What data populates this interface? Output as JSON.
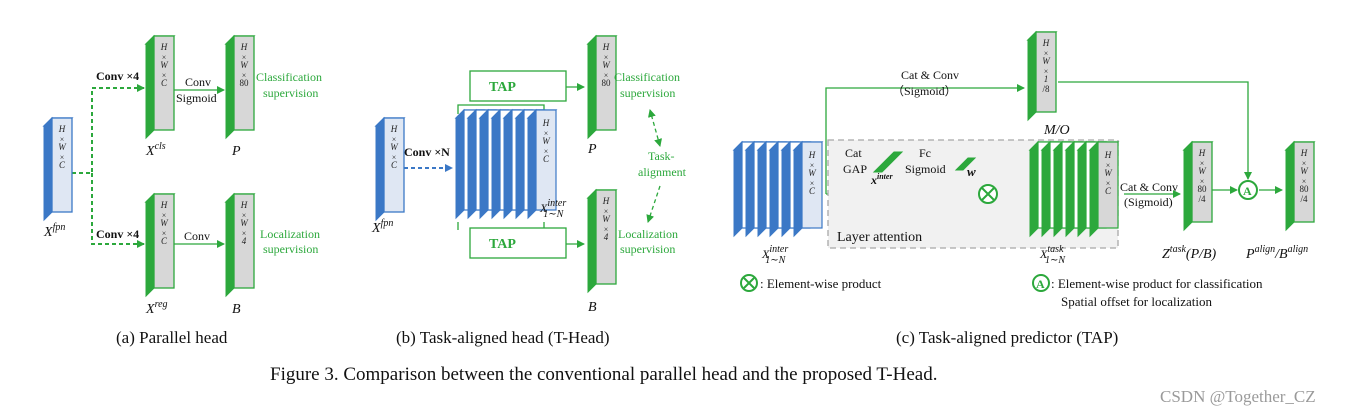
{
  "caption": "Figure 3. Comparison between the conventional parallel head and the proposed T-Head.",
  "watermark": "CSDN @Together_CZ",
  "colors": {
    "green": "#2ca83c",
    "blue": "#3b78c6",
    "blue_face": "#dfe7f3",
    "gray_face": "#d7d7d7",
    "dashed_gray": "#a8a8a8"
  },
  "panel_a": {
    "subcaption": "(a)  Parallel head",
    "conv4_top": "Conv ×4",
    "conv4_bottom": "Conv ×4",
    "conv_sigmoid_line1": "Conv",
    "conv_sigmoid_line2": "Sigmoid",
    "conv_bottom": "Conv",
    "cls_supervision_l1": "Classification",
    "cls_supervision_l2": "supervision",
    "loc_supervision_l1": "Localization",
    "loc_supervision_l2": "supervision",
    "fpn_feature": {
      "label": "X",
      "sup": "fpn",
      "dims": [
        "H",
        "×",
        "W",
        "×",
        "C"
      ]
    },
    "cls_feature": {
      "label": "X",
      "sup": "cls",
      "dims": [
        "H",
        "×",
        "W",
        "×",
        "C"
      ]
    },
    "reg_feature": {
      "label": "X",
      "sup": "reg",
      "dims": [
        "H",
        "×",
        "W",
        "×",
        "C"
      ]
    },
    "p_output": {
      "label": "P",
      "dims": [
        "H",
        "×",
        "W",
        "×",
        "80"
      ]
    },
    "b_output": {
      "label": "B",
      "dims": [
        "H",
        "×",
        "W",
        "×",
        "4"
      ]
    }
  },
  "panel_b": {
    "subcaption": "(b)  Task-aligned head (T-Head)",
    "convN": "Conv ×N",
    "tap_top": "TAP",
    "tap_bottom": "TAP",
    "cls_supervision_l1": "Classification",
    "cls_supervision_l2": "supervision",
    "loc_supervision_l1": "Localization",
    "loc_supervision_l2": "supervision",
    "task_alignment_l1": "Task-",
    "task_alignment_l2": "alignment",
    "fpn_feature": {
      "label": "X",
      "sup": "fpn",
      "dims": [
        "H",
        "×",
        "W",
        "×",
        "C"
      ]
    },
    "inter_feature": {
      "label": "X",
      "sup": "inter",
      "sub": "1∼N",
      "dims": [
        "H",
        "×",
        "W",
        "×",
        "C"
      ]
    },
    "p_output": {
      "label": "P",
      "dims": [
        "H",
        "×",
        "W",
        "×",
        "80"
      ]
    },
    "b_output": {
      "label": "B",
      "dims": [
        "H",
        "×",
        "W",
        "×",
        "4"
      ]
    }
  },
  "panel_c": {
    "subcaption": "(c)  Task-aligned predictor (TAP)",
    "cat_conv_top_l1": "Cat & Conv",
    "cat_conv_top_l2": "（Sigmoid）",
    "cat_conv_mid_l1": "Cat & Conv",
    "cat_conv_mid_l2": "(Sigmoid)",
    "cat_gap_l1": "Cat",
    "cat_gap_l2": "GAP",
    "fc_l1": "Fc",
    "fc_l2": "Sigmoid",
    "x_inter_small": {
      "label": "x",
      "sup": "inter"
    },
    "w_label": "w",
    "layer_attention": "Layer attention",
    "inter_feature": {
      "label": "X",
      "sup": "inter",
      "sub": "1∼N",
      "dims": [
        "H",
        "×",
        "W",
        "×",
        "C"
      ]
    },
    "task_feature": {
      "label": "X",
      "sup": "task",
      "sub": "1∼N",
      "dims": [
        "H",
        "×",
        "W",
        "×",
        "C"
      ]
    },
    "mo_feature": {
      "label": "M/O",
      "dims": [
        "H",
        "×",
        "W",
        "×",
        "1",
        "/8"
      ]
    },
    "z_feature": {
      "label": "Z",
      "sup": "task",
      "tail": "(P/B)",
      "dims": [
        "H",
        "×",
        "W",
        "×",
        "80",
        "/4"
      ]
    },
    "align_feature": {
      "label": "P",
      "sup": "align",
      "tail": "/B",
      "sup2": "align",
      "dims": [
        "H",
        "×",
        "W",
        "×",
        "80",
        "/4"
      ]
    },
    "legend_x_symbol": "⊗",
    "legend_x_text": ": Element-wise product",
    "legend_a_symbol": "A",
    "legend_a_text_l1": ": Element-wise product for classification",
    "legend_a_text_l2": "Spatial offset for localization"
  }
}
